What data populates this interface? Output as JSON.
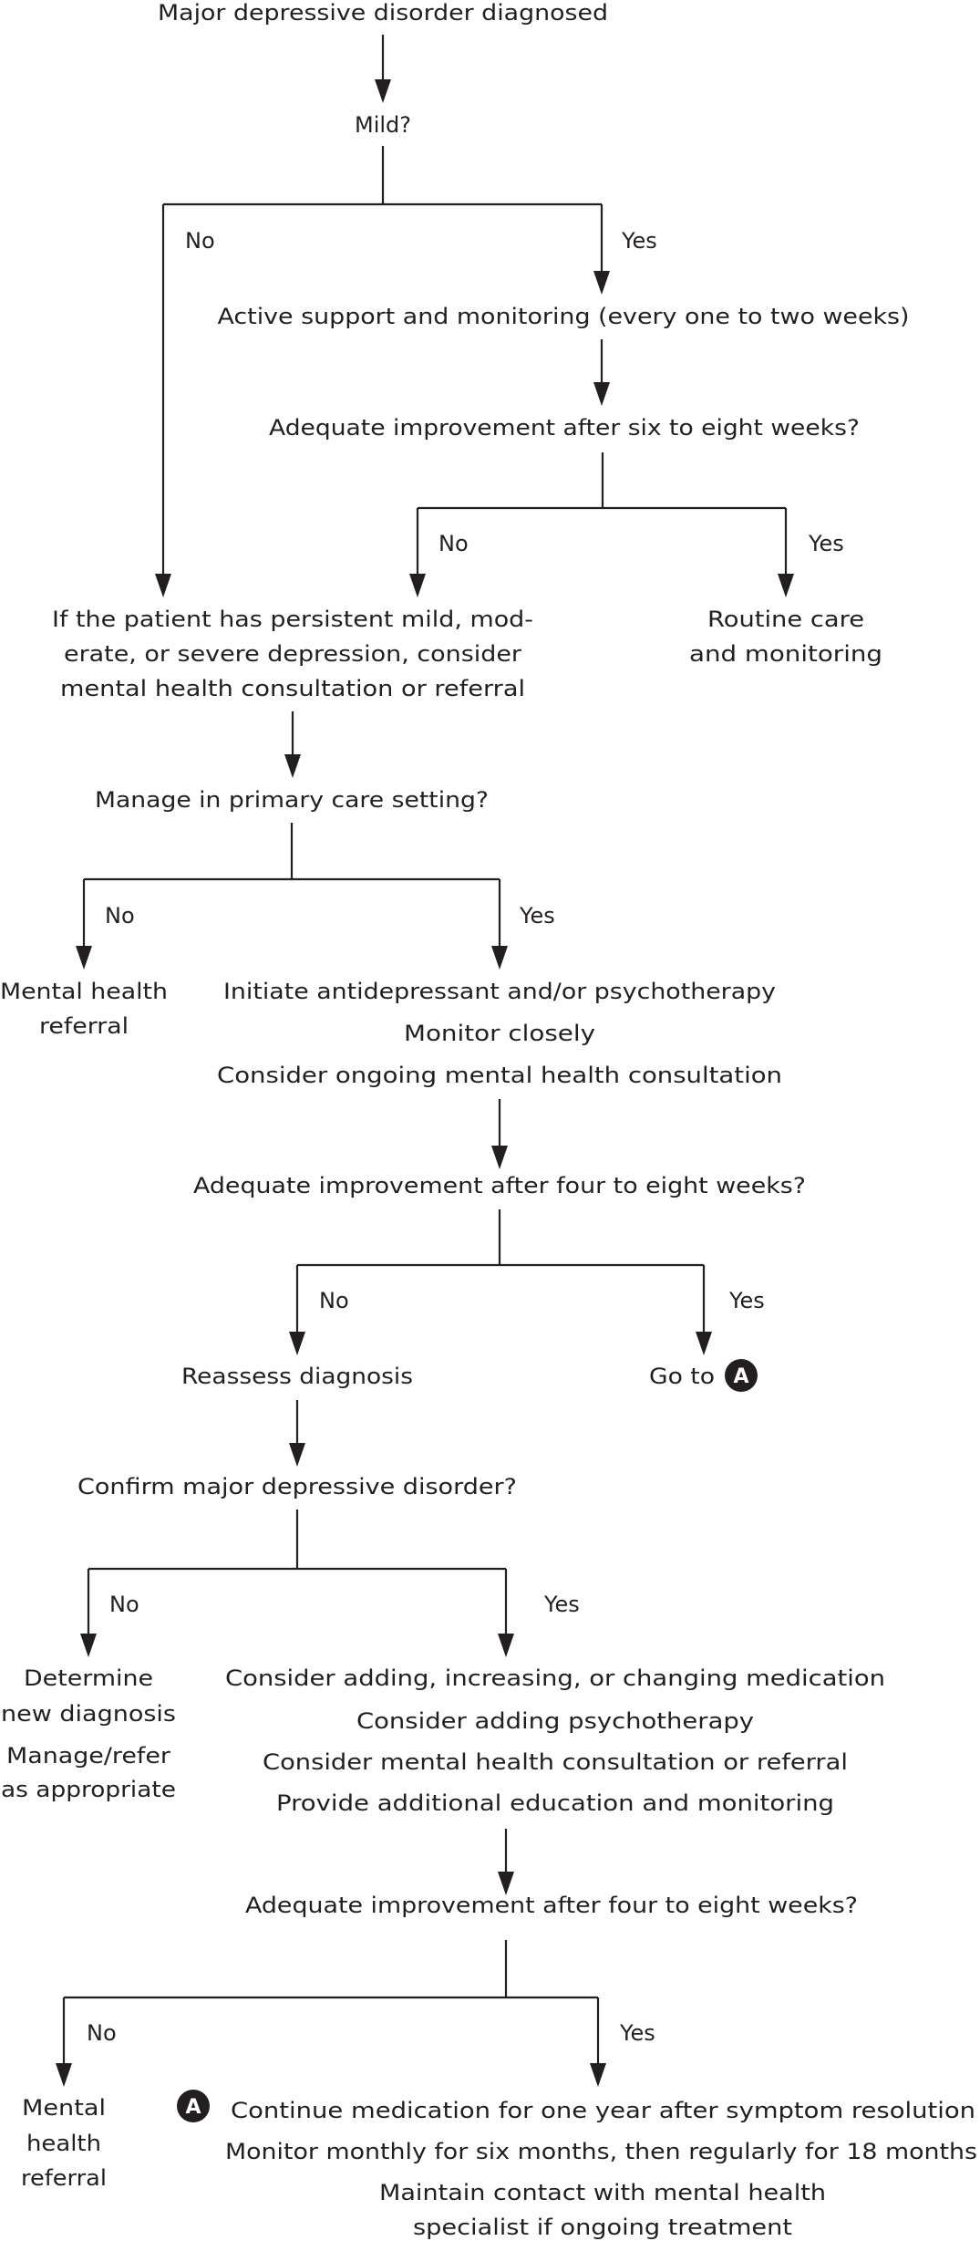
{
  "diagram": {
    "title": "Major depressive disorder diagnosed",
    "colors": {
      "ink": "#231f20",
      "background": "#ffffff",
      "badge_text": "#ffffff"
    },
    "branch_labels": {
      "no": "No",
      "yes": "Yes"
    },
    "badge_label": "A",
    "nodes": {
      "mild": "Mild?",
      "active_support": "Active support and monitoring (every one to two weeks)",
      "improve_6_8": "Adequate improvement after six to eight weeks?",
      "persistent": [
        "If the patient has persistent mild, mod-",
        "erate, or severe depression, consider",
        "mental health consultation or referral"
      ],
      "routine": [
        "Routine care",
        "and monitoring"
      ],
      "manage_primary": "Manage in primary care setting?",
      "referral_1": [
        "Mental health",
        "referral"
      ],
      "initiate": [
        "Initiate antidepressant and/or psychotherapy",
        "Monitor closely",
        "Consider ongoing mental health consultation"
      ],
      "improve_4_8_a": "Adequate improvement after four to eight weeks?",
      "reassess": "Reassess diagnosis",
      "goto_a": "Go to",
      "confirm": "Confirm major depressive disorder?",
      "new_diagnosis": [
        "Determine",
        "new diagnosis",
        "Manage/refer",
        "as appropriate"
      ],
      "adjust": [
        "Consider adding, increasing, or changing medication",
        "Consider adding psychotherapy",
        "Consider mental health consultation or referral",
        "Provide additional education and monitoring"
      ],
      "improve_4_8_b": "Adequate improvement after four to eight weeks?",
      "referral_2": [
        "Mental",
        "health",
        "referral"
      ],
      "maintenance": [
        "Continue medication for one year after symptom resolution",
        "Monitor monthly for six months, then regularly for 18 months",
        "Maintain contact with mental health",
        "specialist if ongoing treatment"
      ]
    }
  }
}
